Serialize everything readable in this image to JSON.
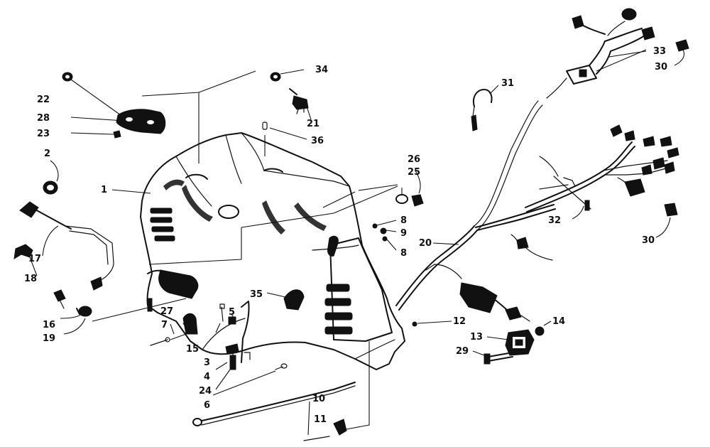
{
  "callouts": [
    {
      "id": "1",
      "text": "1"
    },
    {
      "id": "2",
      "text": "2"
    },
    {
      "id": "3",
      "text": "3"
    },
    {
      "id": "4",
      "text": "4"
    },
    {
      "id": "5",
      "text": "5"
    },
    {
      "id": "6",
      "text": "6"
    },
    {
      "id": "7",
      "text": "7"
    },
    {
      "id": "8a",
      "text": "8"
    },
    {
      "id": "8b",
      "text": "8"
    },
    {
      "id": "9",
      "text": "9"
    },
    {
      "id": "10",
      "text": "10"
    },
    {
      "id": "11",
      "text": "11"
    },
    {
      "id": "12",
      "text": "12"
    },
    {
      "id": "13",
      "text": "13"
    },
    {
      "id": "14",
      "text": "14"
    },
    {
      "id": "15",
      "text": "15"
    },
    {
      "id": "16",
      "text": "16"
    },
    {
      "id": "17",
      "text": "17"
    },
    {
      "id": "18",
      "text": "18"
    },
    {
      "id": "19",
      "text": "19"
    },
    {
      "id": "20",
      "text": "20"
    },
    {
      "id": "21",
      "text": "21"
    },
    {
      "id": "22",
      "text": "22"
    },
    {
      "id": "23",
      "text": "23"
    },
    {
      "id": "24",
      "text": "24"
    },
    {
      "id": "25",
      "text": "25"
    },
    {
      "id": "26",
      "text": "26"
    },
    {
      "id": "27",
      "text": "27"
    },
    {
      "id": "28",
      "text": "28"
    },
    {
      "id": "29",
      "text": "29"
    },
    {
      "id": "30a",
      "text": "30"
    },
    {
      "id": "30b",
      "text": "30"
    },
    {
      "id": "31",
      "text": "31"
    },
    {
      "id": "32",
      "text": "32"
    },
    {
      "id": "33",
      "text": "33"
    },
    {
      "id": "34",
      "text": "34"
    },
    {
      "id": "35",
      "text": "35"
    },
    {
      "id": "36",
      "text": "36"
    }
  ]
}
